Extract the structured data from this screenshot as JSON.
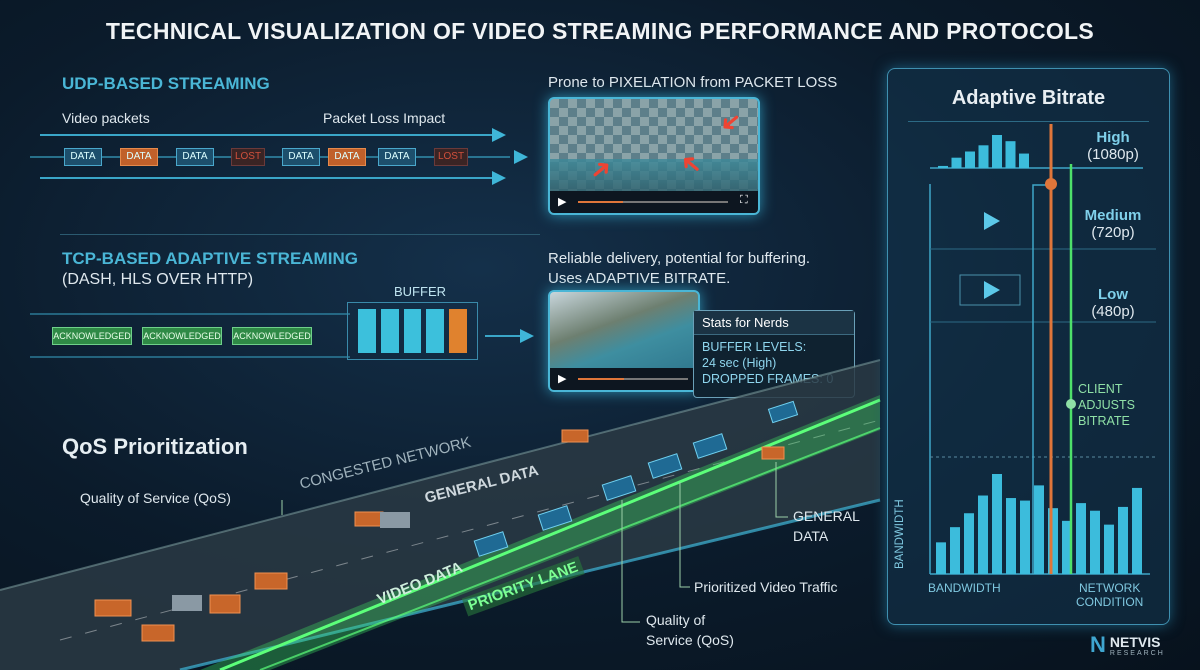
{
  "title": "TECHNICAL VISUALIZATION OF VIDEO STREAMING PERFORMANCE AND PROTOCOLS",
  "udp": {
    "heading": "UDP-BASED STREAMING",
    "video_packets": "Video packets",
    "packet_loss": "Packet Loss Impact",
    "packets": [
      "DATA",
      "DATA",
      "DATA",
      "LOST",
      "DATA",
      "DATA",
      "DATA",
      "LOST"
    ],
    "caption": "Prone to PIXELATION from PACKET LOSS"
  },
  "tcp": {
    "heading": "TCP-BASED ADAPTIVE STREAMING",
    "subheading": "(DASH, HLS OVER HTTP)",
    "buffer": "BUFFER",
    "acks": [
      "ACKNOWLEDGED",
      "ACKNOWLEDGED",
      "ACKNOWLEDGED"
    ],
    "caption_1": "Reliable delivery, potential for buffering.",
    "caption_2": "Uses ADAPTIVE BITRATE.",
    "stats": {
      "title": "Stats for Nerds",
      "line1": "BUFFER LEVELS:",
      "line2": "24 sec (High)",
      "line3": "DROPPED FRAMES: 0"
    }
  },
  "qos": {
    "heading": "QoS Prioritization",
    "qos_label": "Quality of Service (QoS)",
    "congested": "CONGESTED NETWORK",
    "general_data_lane": "GENERAL DATA",
    "video_data": "VIDEO DATA",
    "priority_lane": "PRIORITY LANE",
    "general_data_1": "GENERAL",
    "general_data_2": "DATA",
    "prioritized": "Prioritized Video Traffic",
    "qos_bottom_1": "Quality of",
    "qos_bottom_2": "Service (QoS)"
  },
  "adaptive": {
    "title": "Adaptive Bitrate",
    "high": "High",
    "high_res": "(1080p)",
    "medium": "Medium",
    "medium_res": "(720p)",
    "low": "Low",
    "low_res": "(480p)",
    "client_1": "CLIENT",
    "client_2": "ADJUSTS",
    "client_3": "BITRATE",
    "y_label": "BANDWIDTH",
    "x_label_left": "BANDWIDTH",
    "x_label_right_1": "NETWORK",
    "x_label_right_2": "CONDITION",
    "top_hist": [
      1,
      5,
      8,
      11,
      16,
      13,
      7
    ],
    "bandwidth_hist": [
      25,
      37,
      48,
      62,
      79,
      60,
      58,
      70,
      52,
      42,
      56,
      50,
      39,
      53,
      68
    ]
  },
  "brand": {
    "name": "NETVIS",
    "sub": "RESEARCH"
  },
  "colors": {
    "accent": "#4ab6d6",
    "orange": "#e0763a",
    "green": "#4ee06a"
  }
}
